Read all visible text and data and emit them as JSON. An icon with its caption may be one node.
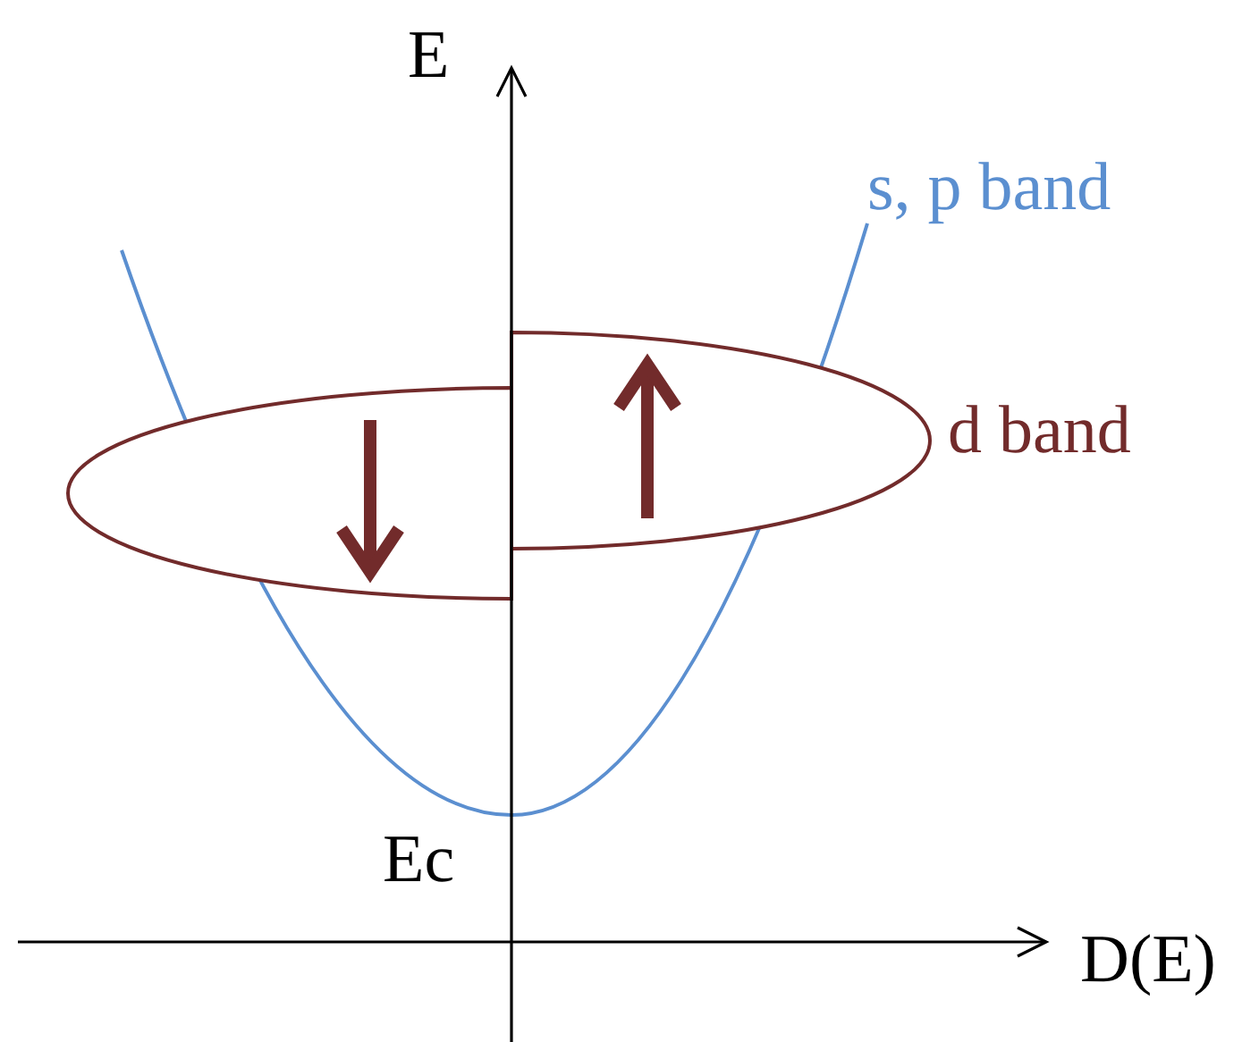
{
  "diagram": {
    "labels": [
      "E",
      "s, p band",
      "d band",
      "Ec",
      "D(E)"
    ]
  }
}
